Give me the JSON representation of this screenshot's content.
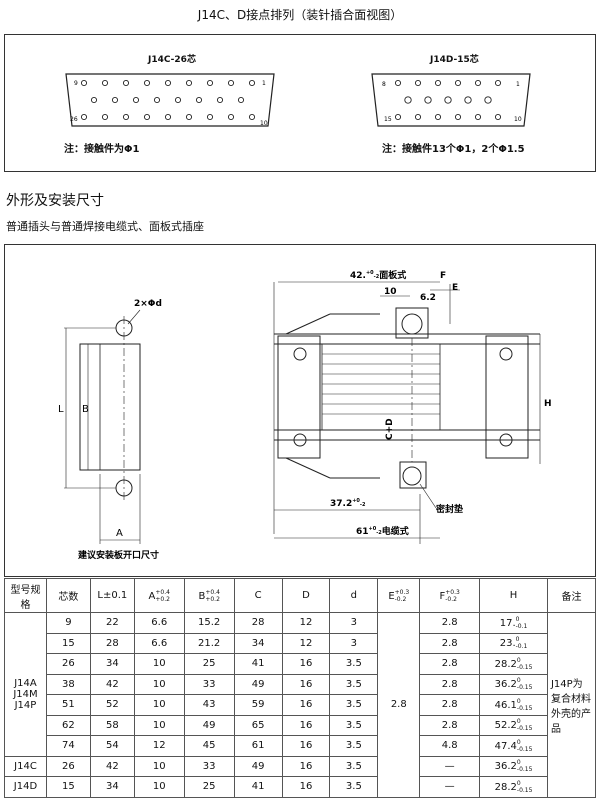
{
  "top_title": "J14C、D接点排列（装针插合面视图）",
  "connectors": {
    "j14c": {
      "label": "J14C-26芯",
      "pin_tl": "9",
      "pin_tr": "1",
      "pin_bl": "26",
      "pin_br": "10"
    },
    "j14d": {
      "label": "J14D-15芯",
      "pin_tl": "8",
      "pin_tr": "1",
      "pin_bl": "15",
      "pin_br": "10"
    }
  },
  "notes": {
    "j14c": "注：接触件为Φ1",
    "j14d": "注：接触件13个Φ1，2个Φ1.5"
  },
  "section_heading": "外形及安装尺寸",
  "section_subheading": "普通插头与普通焊接电缆式、面板式插座",
  "drawing": {
    "hole_label": "2×Φd",
    "dim_L": "L",
    "dim_B": "B",
    "dim_A": "A",
    "panel_caption": "建议安装板开口尺寸",
    "dim_42": "42.",
    "dim_42_tol": "+0",
    "dim_42_tol2": "-2",
    "dim_42_suffix": "面板式",
    "dim_F": "F",
    "dim_E": "E",
    "dim_10": "10",
    "dim_62": "6.2",
    "dim_CD": "C+D",
    "dim_H": "H",
    "dim_372": "37.2",
    "dim_372_tol": "+0",
    "dim_372_tol2": "-2",
    "seal_label": "密封垫",
    "dim_61": "61",
    "dim_61_tol": "+0",
    "dim_61_tol2": "-2",
    "dim_61_suffix": "电缆式"
  },
  "table": {
    "headers": {
      "model": "型号规格",
      "cores": "芯数",
      "L": "L±0.1",
      "A": "A",
      "A_tol_up": "+0.4",
      "A_tol_dn": "+0.2",
      "B": "B",
      "B_tol_up": "+0.4",
      "B_tol_dn": "+0.2",
      "C": "C",
      "D": "D",
      "d": "d",
      "E": "E",
      "E_tol_up": "+0.3",
      "E_tol_dn": "-0.2",
      "F": "F",
      "F_tol_up": "+0.3",
      "F_tol_dn": "-0.2",
      "H": "H",
      "remark": "备注"
    },
    "group_label": "J14A\nJ14M\nJ14P",
    "E_merged": "2.8",
    "remark_merged": "J14P为复合材料外壳的产品",
    "rows": [
      {
        "model": "",
        "cores": "9",
        "L": "22",
        "A": "6.6",
        "B": "15.2",
        "C": "28",
        "D": "12",
        "d": "3",
        "F": "2.8",
        "H": "17.",
        "H_tol_up": "0",
        "H_tol_dn": "-0.1"
      },
      {
        "model": "",
        "cores": "15",
        "L": "28",
        "A": "6.6",
        "B": "21.2",
        "C": "34",
        "D": "12",
        "d": "3",
        "F": "2.8",
        "H": "23.",
        "H_tol_up": "0",
        "H_tol_dn": "-0.1"
      },
      {
        "model": "",
        "cores": "26",
        "L": "34",
        "A": "10",
        "B": "25",
        "C": "41",
        "D": "16",
        "d": "3.5",
        "F": "2.8",
        "H": "28.2",
        "H_tol_up": "0",
        "H_tol_dn": "-0.15"
      },
      {
        "model": "",
        "cores": "38",
        "L": "42",
        "A": "10",
        "B": "33",
        "C": "49",
        "D": "16",
        "d": "3.5",
        "F": "2.8",
        "H": "36.2",
        "H_tol_up": "0",
        "H_tol_dn": "-0.15"
      },
      {
        "model": "",
        "cores": "51",
        "L": "52",
        "A": "10",
        "B": "43",
        "C": "59",
        "D": "16",
        "d": "3.5",
        "F": "2.8",
        "H": "46.1",
        "H_tol_up": "0",
        "H_tol_dn": "-0.15"
      },
      {
        "model": "",
        "cores": "62",
        "L": "58",
        "A": "10",
        "B": "49",
        "C": "65",
        "D": "16",
        "d": "3.5",
        "F": "2.8",
        "H": "52.2",
        "H_tol_up": "0",
        "H_tol_dn": "-0.15"
      },
      {
        "model": "",
        "cores": "74",
        "L": "54",
        "A": "12",
        "B": "45",
        "C": "61",
        "D": "16",
        "d": "3.5",
        "F": "4.8",
        "H": "47.4",
        "H_tol_up": "0",
        "H_tol_dn": "-0.15"
      },
      {
        "model": "J14C",
        "cores": "26",
        "L": "42",
        "A": "10",
        "B": "33",
        "C": "49",
        "D": "16",
        "d": "3.5",
        "F": "—",
        "H": "36.2",
        "H_tol_up": "0",
        "H_tol_dn": "-0.15"
      },
      {
        "model": "J14D",
        "cores": "15",
        "L": "34",
        "A": "10",
        "B": "25",
        "C": "41",
        "D": "16",
        "d": "3.5",
        "F": "—",
        "H": "28.2",
        "H_tol_up": "0",
        "H_tol_dn": "-0.15"
      }
    ]
  }
}
